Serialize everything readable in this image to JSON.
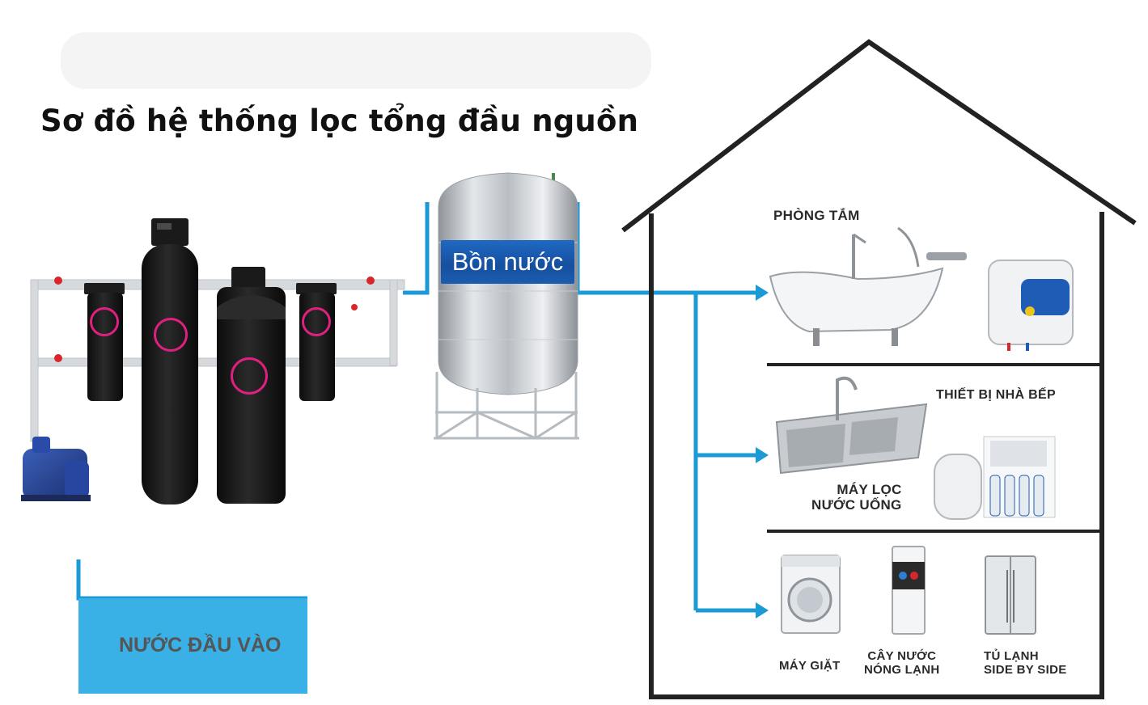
{
  "diagram": {
    "title": "Sơ đồ hệ thống lọc tổng đầu nguồn",
    "tank_label": "Bồn nước",
    "inlet_label": "NƯỚC ĐẦU VÀO",
    "rooms": {
      "bathroom": {
        "label": "PHÒNG TẮM"
      },
      "kitchen": {
        "label": "THIẾT BỊ NHÀ BẾP",
        "ro_label_line1": "MÁY LỌC",
        "ro_label_line2": "NƯỚC UỐNG"
      },
      "appliances": {
        "washer_label": "MÁY GIẶT",
        "dispenser_line1": "CÂY NƯỚC",
        "dispenser_line2": "NÓNG LẠNH",
        "fridge_line1": "TỦ LẠNH",
        "fridge_line2": "SIDE BY SIDE"
      }
    },
    "colors": {
      "pipe": "#1b9ad6",
      "inlet_box": "#3ab1e6",
      "house_outline": "#222222",
      "filter_body": "#151515",
      "brand_ring": "#e0207f",
      "tank_band": "#1a5db1"
    }
  }
}
